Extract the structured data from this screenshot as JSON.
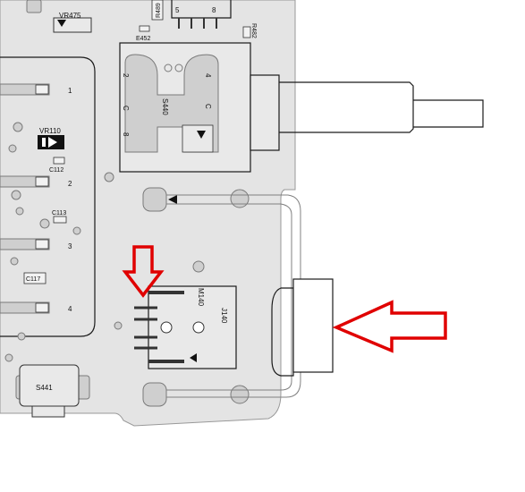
{
  "colors": {
    "board": "#e4e4e4",
    "pad": "#cfcfcf",
    "outline": "#1a1a1a",
    "trace": "#808080",
    "arrow": "#e00000"
  },
  "labels": {
    "vr475": "VR475",
    "r489": "R489",
    "pin5": "5",
    "pin8": "8",
    "r482": "R482",
    "e452": "E452",
    "vr110": "VR110",
    "c112": "C112",
    "c113": "C113",
    "c117": "C117",
    "s441": "S441",
    "s440": "S440",
    "m140": "M140",
    "j140": "J140",
    "pin1": "1",
    "pin2": "2",
    "pin3": "3",
    "pin4": "4",
    "s440_pin2": "2",
    "s440_pin4": "4",
    "s440_c_left": "C",
    "s440_c_right": "C",
    "s440_pin8": "8"
  }
}
